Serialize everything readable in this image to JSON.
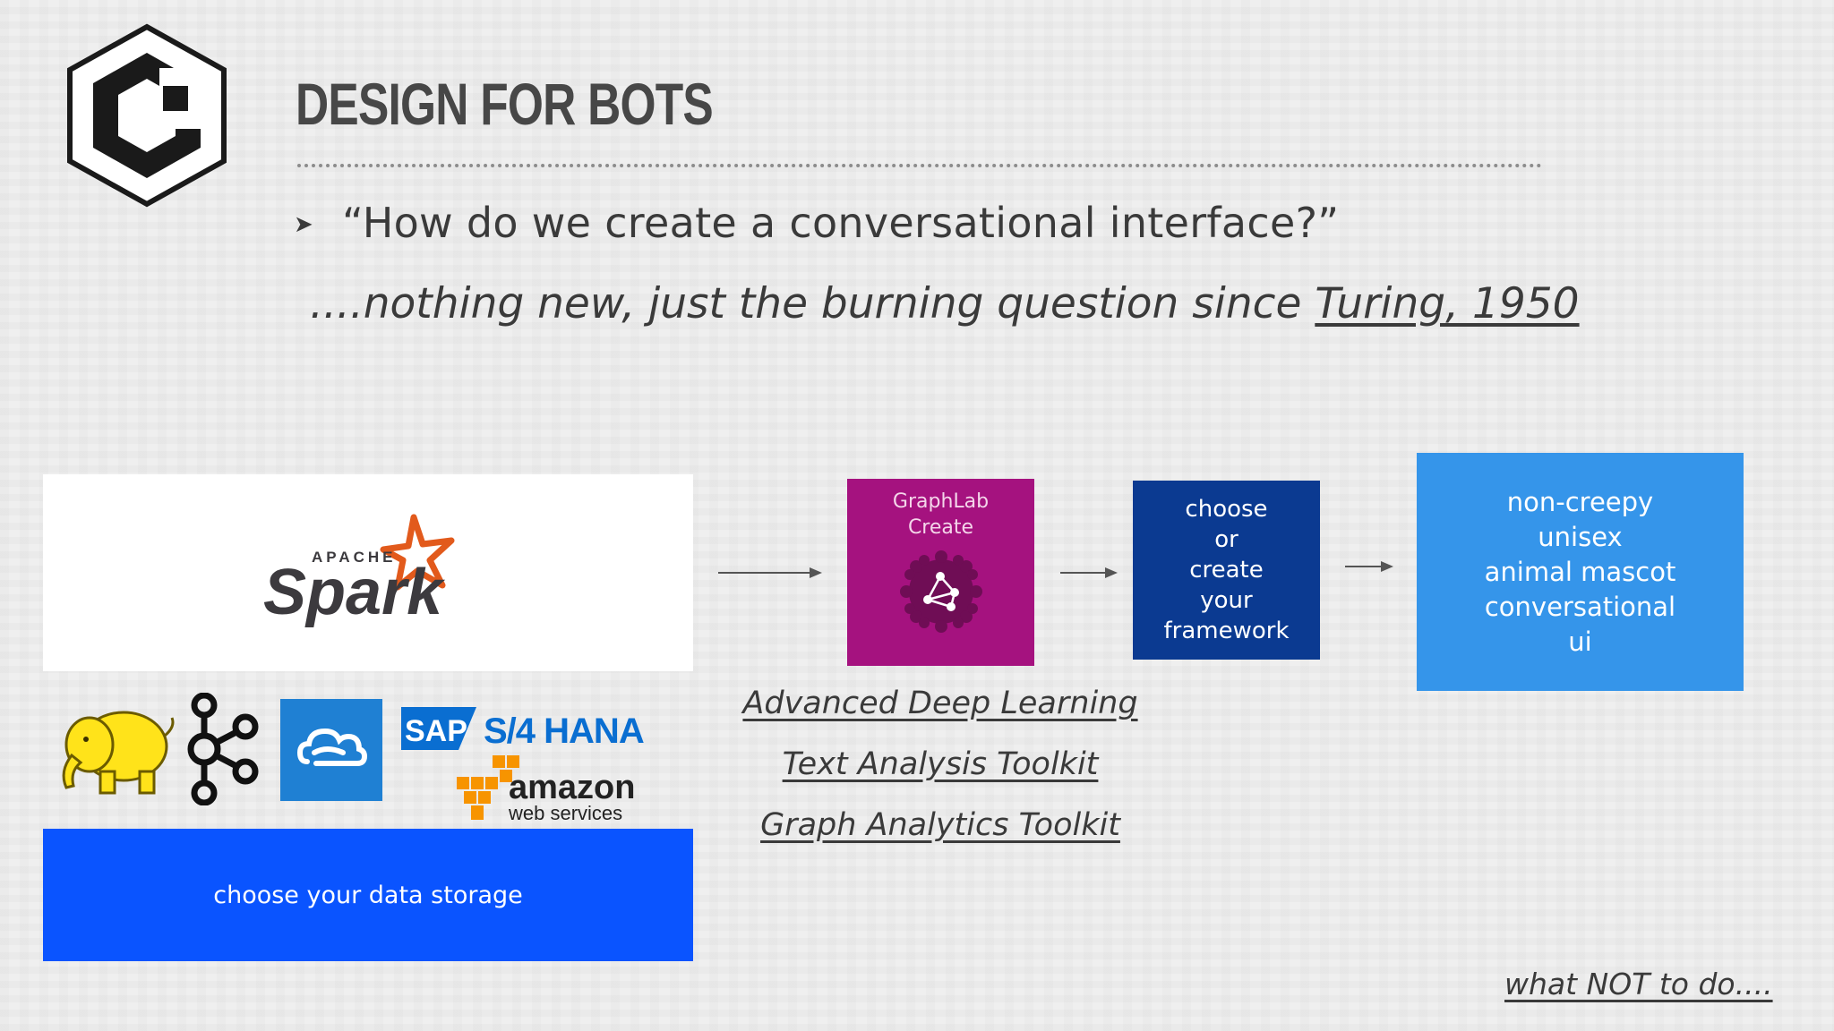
{
  "slide": {
    "title": "DESIGN FOR BOTS",
    "bullet_marker": "➤",
    "bullet_text": "“How do we create a conversational interface?”",
    "subline_prefix": "....nothing new, just the burning question since ",
    "subline_link": "Turing, 1950"
  },
  "logos": {
    "spark_small": "APACHE",
    "spark_main": "Spark",
    "sap": "SAP",
    "s4hana": "S/4 HANA",
    "aws_main": "amazon",
    "aws_sub": "web services"
  },
  "pipeline": {
    "storage_label": "choose your data storage",
    "graphlab_label": "GraphLab\nCreate",
    "framework_label": "choose\nor\ncreate\nyour\nframework",
    "mascot_label": "non-creepy\nunisex\nanimal mascot\nconversational\nui"
  },
  "toolkits": [
    "Advanced Deep Learning",
    "Text Analysis Toolkit",
    "Graph Analytics Toolkit"
  ],
  "footer_link": "what NOT to do....",
  "colors": {
    "storage_blue": "#0a54ff",
    "graphlab_magenta": "#a5127f",
    "framework_navy": "#0b3a91",
    "mascot_blue": "#3595ea",
    "spark_orange": "#e25a1c",
    "hadoop_yellow": "#ffe31a",
    "azure_blue": "#1f80d3",
    "sap_blue": "#0a6ed1",
    "aws_orange": "#f79400"
  },
  "icons": [
    "company-logo-icon",
    "spark-logo",
    "hadoop-elephant-icon",
    "kafka-icon",
    "azure-cloud-icon",
    "sap-logo",
    "aws-logo",
    "graphlab-network-icon"
  ]
}
